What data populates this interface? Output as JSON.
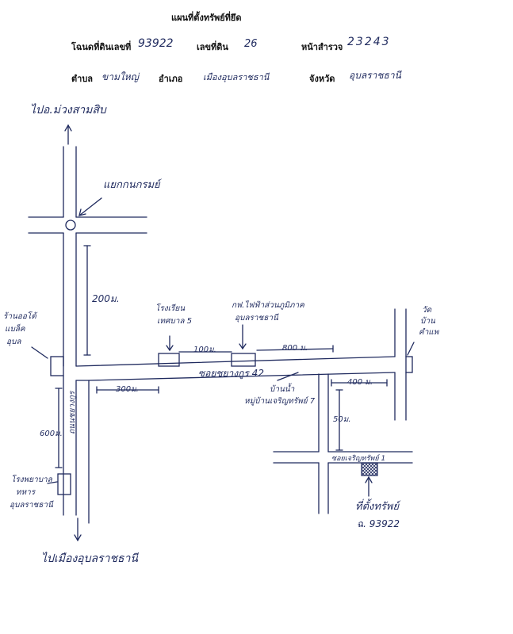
{
  "header": {
    "title": "แผนที่ตั้งทรัพย์ที่ยึด",
    "deed_label": "โฉนดที่ดินเลขที่",
    "deed_no": "93922",
    "land_no_label": "เลขที่ดิน",
    "land_no": "26",
    "survey_label": "หน้าสำรวจ",
    "survey_no": "23243",
    "subdistrict_label": "ตำบล",
    "subdistrict": "ขามใหญ่",
    "district_label": "อำเภอ",
    "district": "เมืองอุบลราชธานี",
    "province_label": "จังหวัด",
    "province": "อุบลราชธานี"
  },
  "map": {
    "to_north": "ไปอ.ม่วงสามสิบ",
    "roundabout": "แยกกนกรมย์",
    "dist_200": "200ม.",
    "school": [
      "โรงเรียน",
      "เทศบาล 5"
    ],
    "electricity": [
      "กฟ.ไฟฟ้าส่วนภูมิภาค",
      "อุบลราชธานี"
    ],
    "dist_100": "100ม.",
    "dist_800": "800 ม.",
    "temple": [
      "วัด",
      "บ้าน",
      "คำแพ"
    ],
    "car_shop": [
      "ร้านออโต้",
      "แบล็ค",
      "อุบล"
    ],
    "main_road": "ถนนชยางกูร",
    "soi_label": "ซอยชยางกูร 42",
    "dist_300": "300ม.",
    "dist_400": "400 ม.",
    "house_label": [
      "บ้านน้ำ",
      "หมู่บ้านเจริญทรัพย์ 7"
    ],
    "dist_50": "50ม.",
    "dist_600": "600ม.",
    "lane_label": "ซอยเจริญทรัพย์ 1",
    "hospital": [
      "โรงพยาบาล",
      "ทหาร",
      "อุบลราชธานี"
    ],
    "to_south": "ไปเมืองอุบลราชธานี",
    "property_label": "ที่ตั้งทรัพย์",
    "property_deed": "ฉ. 93922"
  }
}
